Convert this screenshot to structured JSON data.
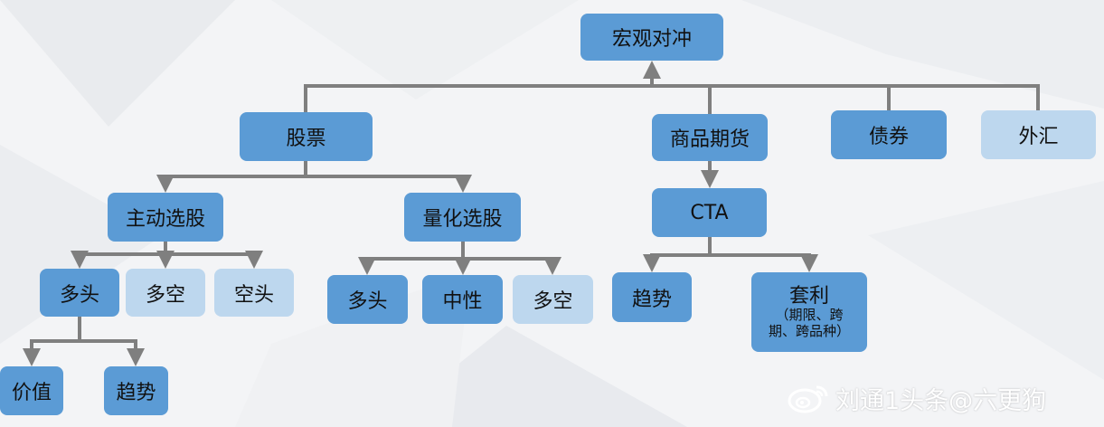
{
  "diagram": {
    "root": "宏观对冲",
    "stock": "股票",
    "commodity": "商品期货",
    "bond": "债券",
    "fx": "外汇",
    "active": "主动选股",
    "quant": "量化选股",
    "cta": "CTA",
    "active_long": "多头",
    "active_long_short": "多空",
    "active_short": "空头",
    "quant_long": "多头",
    "quant_neutral": "中性",
    "quant_long_short": "多空",
    "cta_trend": "趋势",
    "cta_arbitrage": "套利",
    "cta_arbitrage_note_line1": "（期限、跨",
    "cta_arbitrage_note_line2": "期、跨品种）",
    "long_value": "价值",
    "long_trend": "趋势"
  },
  "watermark": {
    "text": "刘通1头条@六更狗"
  },
  "colors": {
    "node_dark": "#5b9bd5",
    "node_light": "#bdd7ee",
    "connector": "#7f7f7f"
  }
}
